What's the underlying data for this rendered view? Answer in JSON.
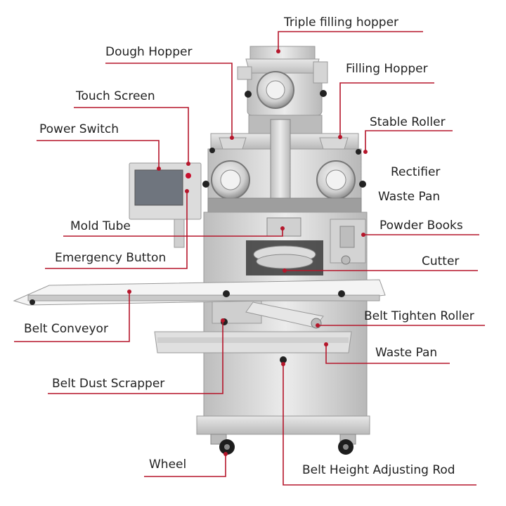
{
  "labels": {
    "triple_filling_hopper": "Triple filling hopper",
    "dough_hopper": "Dough Hopper",
    "filling_hopper": "Filling Hopper",
    "touch_screen": "Touch Screen",
    "stable_roller": "Stable Roller",
    "power_switch": "Power Switch",
    "rectifier": "Rectifier",
    "waste_pan_upper": "Waste Pan",
    "mold_tube": "Mold Tube",
    "powder_books": "Powder Books",
    "emergency_button": "Emergency Button",
    "cutter": "Cutter",
    "belt_tighten_roller": "Belt Tighten Roller",
    "belt_conveyor": "Belt Conveyor",
    "waste_pan_lower": "Waste Pan",
    "belt_dust_scrapper": "Belt Dust Scrapper",
    "wheel": "Wheel",
    "belt_height_adjusting_rod": "Belt Height Adjusting Rod"
  },
  "colors": {
    "leader": "#b5162b",
    "steel_light": "#e4e4e4",
    "steel_mid": "#c4c4c4",
    "steel_dark": "#8d8d8d",
    "screen": "#7a8088"
  }
}
